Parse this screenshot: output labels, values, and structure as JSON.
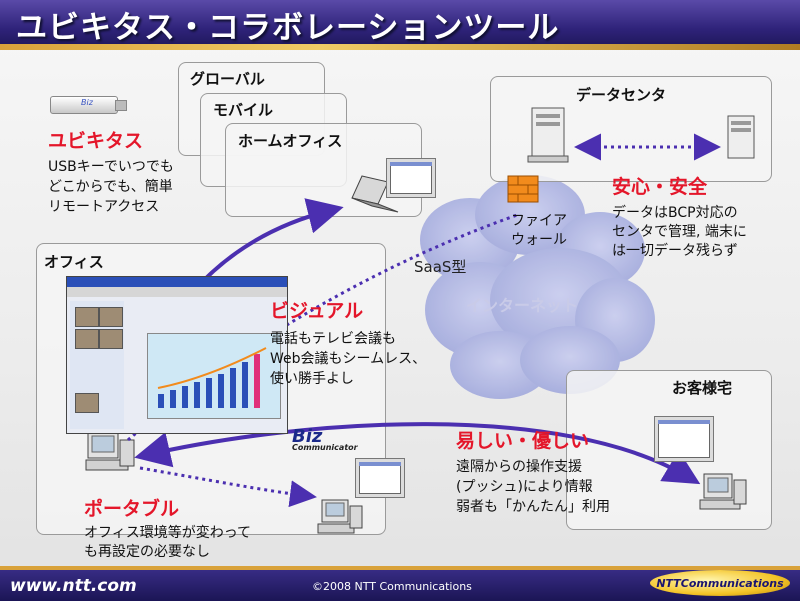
{
  "slide_title": "ユビキタス・コラボレーションツール",
  "footer": {
    "url": "www.ntt.com",
    "copyright": "©2008 NTT Communications",
    "logo": "NTTCommunications"
  },
  "locations": {
    "global": "グローバル",
    "mobile": "モバイル",
    "home_office": "ホームオフィス",
    "office": "オフィス",
    "data_center": "データセンタ",
    "customer_site": "お客様宅"
  },
  "firewall": [
    "ファイア",
    "ウォール"
  ],
  "saas_label": "SaaS型",
  "internet_label": "インターネット",
  "features": {
    "ubiquitous": {
      "heading": "ユビキタス",
      "lines": [
        "USBキーでいつでも",
        "どこからでも、簡単",
        "リモートアクセス"
      ]
    },
    "security": {
      "heading": "安心・安全",
      "lines": [
        "データはBCP対応の",
        "センタで管理, 端末に",
        "は一切データ残らず"
      ]
    },
    "visual": {
      "heading": "ビジュアル",
      "lines": [
        "電話もテレビ会議も",
        "Web会議もシームレス、",
        "使い勝手よし"
      ]
    },
    "easy": {
      "heading": "易しい・優しい",
      "lines": [
        "遠隔からの操作支援",
        "(プッシュ)により情報",
        "弱者も「かんたん」利用"
      ]
    },
    "portable": {
      "heading": "ポータブル",
      "lines": [
        "オフィス環境等が変わって",
        "も再設定の必要なし"
      ]
    }
  },
  "product_logo": {
    "main": "Biz",
    "sub": "Communicator"
  },
  "usb_label": "Biz",
  "colors": {
    "title_bar": "#2f237a",
    "accent_red": "#e4162a",
    "arrow_blue": "#4b2fb0",
    "gold": "#d9a23a",
    "cloud": "#b9bfe6"
  }
}
